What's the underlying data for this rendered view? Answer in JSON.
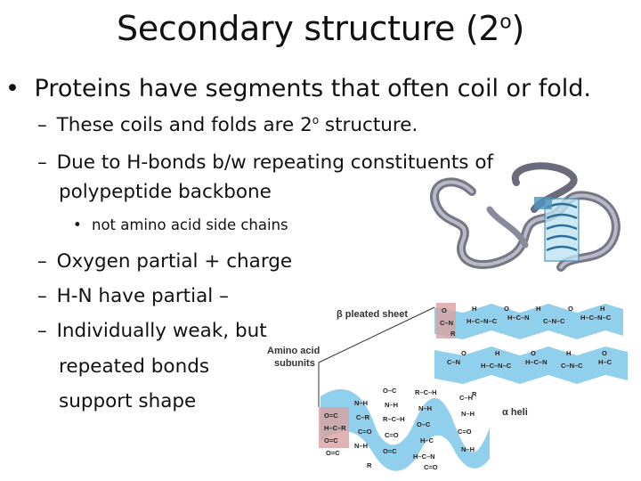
{
  "slide": {
    "title": "Secondary structure (2",
    "title_sup": "o",
    "title_end": ")",
    "bullets": [
      {
        "marker": "•",
        "text": "Proteins have segments that often coil or fold."
      },
      {
        "marker": "–",
        "text_pre": "These coils and folds are 2",
        "text_sup": "o",
        "text_post": " structure."
      },
      {
        "marker": "–",
        "text": "Due to H-bonds b/w repeating constituents of",
        "text2": "polypeptide backbone"
      },
      {
        "marker": "•",
        "text": "not amino acid side chains"
      },
      {
        "marker": "–",
        "text": "Oxygen partial + charge"
      },
      {
        "marker": "–",
        "text": "H-N have partial –"
      },
      {
        "marker": "–",
        "text": "Individually weak, but"
      },
      {
        "text": "repeated bonds"
      },
      {
        "text": "support shape"
      }
    ]
  },
  "figure": {
    "beta_label": "β pleated sheet",
    "amino_label_1": "Amino acid",
    "amino_label_2": "subunits",
    "alpha_label": "α heli",
    "colors": {
      "ribbon": "#7f7f8f",
      "sheet": "#7ec8ea",
      "highlight": "#d9a0a0"
    }
  }
}
